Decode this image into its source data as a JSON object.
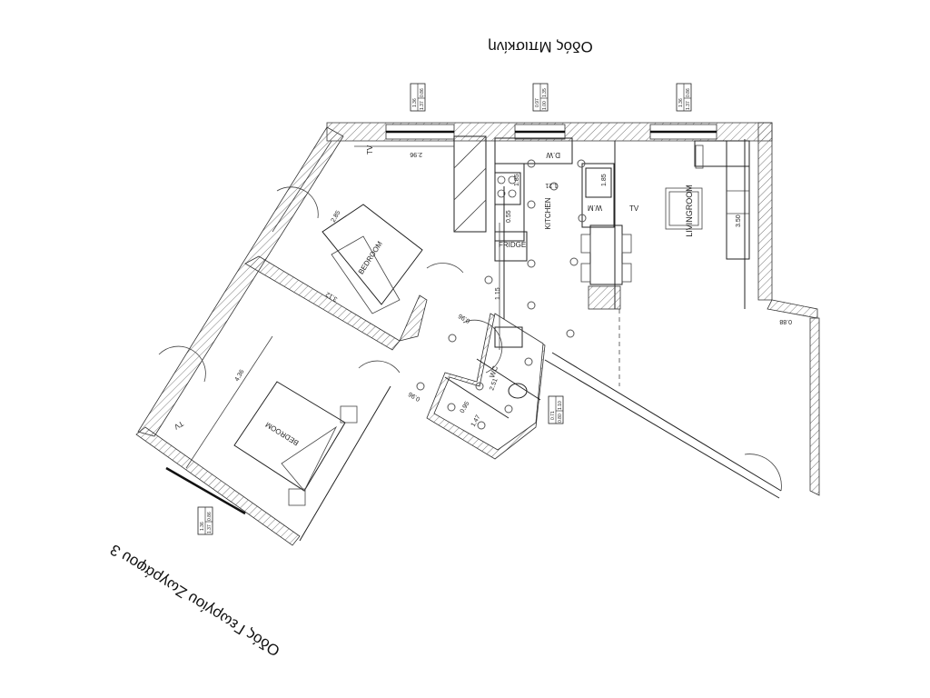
{
  "streets": {
    "top": "Οδός Μπισκίνη",
    "bottom": "Οδός Γεωργίου Ζωγράφου 3"
  },
  "rooms": {
    "bedroom_1": "BEDROOM",
    "bedroom_2": "BEDROOM",
    "kitchen": "KITCHEN",
    "livingroom": "LIVINGROOM",
    "wc": "WC"
  },
  "appliances": {
    "fridge": "FRIDGE",
    "dishwasher": "D.W",
    "washing_machine": "W.M",
    "tv_1": "TV",
    "tv_2": "TV",
    "tv_3": "TV"
  },
  "dimensions": {
    "d1": "2.96",
    "d2": "2.85",
    "d3": "3.12",
    "d4": "4.36",
    "d5": "1.21",
    "d6": "1.85",
    "d7": "1.85",
    "d8": "0.55",
    "d9": "1.15",
    "d10": "3.50",
    "d11": "0.88",
    "d12": "0.96",
    "d13": "0.96",
    "d14": "2.51",
    "d15": "0.95",
    "d16": "1.47"
  },
  "window_tags": [
    {
      "top": "1.36",
      "a": "1.37",
      "b": "0.86"
    },
    {
      "top": "0.97",
      "a": "1.00",
      "b": "1.35"
    },
    {
      "top": "1.36",
      "a": "1.37",
      "b": "0.86"
    },
    {
      "top": "0.71",
      "a": "0.80",
      "b": "1.10"
    },
    {
      "top": "1.36",
      "a": "1.37",
      "b": "0.86"
    }
  ]
}
